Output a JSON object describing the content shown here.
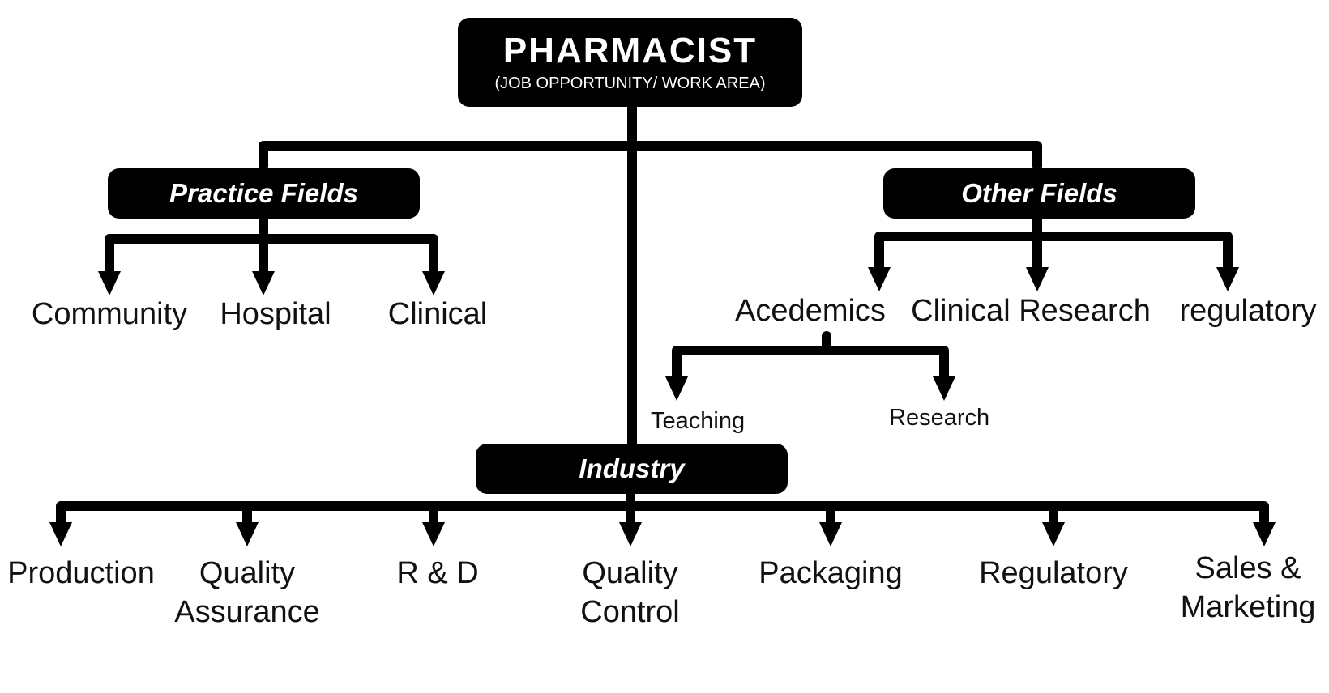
{
  "root": {
    "title": "PHARMACIST",
    "subtitle": "(JOB OPPORTUNITY/ WORK AREA)"
  },
  "practice": {
    "label": "Practice Fields",
    "items": [
      "Community",
      "Hospital",
      "Clinical"
    ]
  },
  "other": {
    "label": "Other Fields",
    "items": [
      "Acedemics",
      "Clinical Research",
      "regulatory"
    ],
    "academics_children": [
      "Teaching",
      "Research"
    ]
  },
  "industry": {
    "label": "Industry",
    "items": [
      {
        "line1": "Production",
        "line2": ""
      },
      {
        "line1": "Quality",
        "line2": "Assurance"
      },
      {
        "line1": "R & D",
        "line2": ""
      },
      {
        "line1": "Quality",
        "line2": "Control"
      },
      {
        "line1": "Packaging",
        "line2": ""
      },
      {
        "line1": "Regulatory",
        "line2": ""
      },
      {
        "line1": "Sales &",
        "line2": "Marketing"
      }
    ]
  }
}
